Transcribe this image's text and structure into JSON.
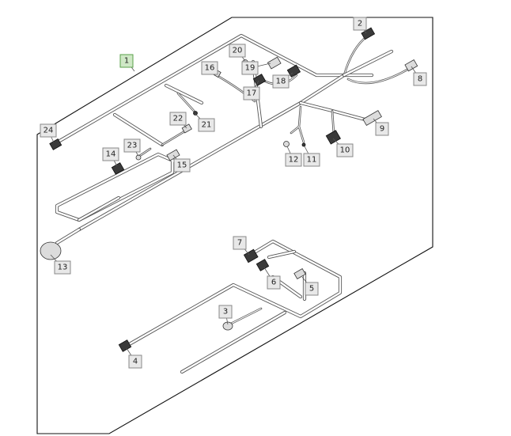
{
  "diagram": {
    "callouts": [
      {
        "id": "1",
        "label": "1",
        "main": true
      },
      {
        "id": "2",
        "label": "2"
      },
      {
        "id": "3",
        "label": "3"
      },
      {
        "id": "4",
        "label": "4"
      },
      {
        "id": "5",
        "label": "5"
      },
      {
        "id": "6",
        "label": "6"
      },
      {
        "id": "7",
        "label": "7"
      },
      {
        "id": "8",
        "label": "8"
      },
      {
        "id": "9",
        "label": "9"
      },
      {
        "id": "10",
        "label": "10"
      },
      {
        "id": "11",
        "label": "11"
      },
      {
        "id": "12",
        "label": "12"
      },
      {
        "id": "13",
        "label": "13"
      },
      {
        "id": "14",
        "label": "14"
      },
      {
        "id": "15",
        "label": "15"
      },
      {
        "id": "16",
        "label": "16"
      },
      {
        "id": "17",
        "label": "17"
      },
      {
        "id": "18",
        "label": "18"
      },
      {
        "id": "19",
        "label": "19"
      },
      {
        "id": "20",
        "label": "20"
      },
      {
        "id": "21",
        "label": "21"
      },
      {
        "id": "22",
        "label": "22"
      },
      {
        "id": "23",
        "label": "23"
      },
      {
        "id": "24",
        "label": "24"
      }
    ],
    "colors": {
      "frame": "#111111",
      "wire": "#555555",
      "callout_fill": "#e8e8e8",
      "callout_main_fill": "#cfe8c6",
      "callout_main_border": "#5aa04a"
    }
  }
}
